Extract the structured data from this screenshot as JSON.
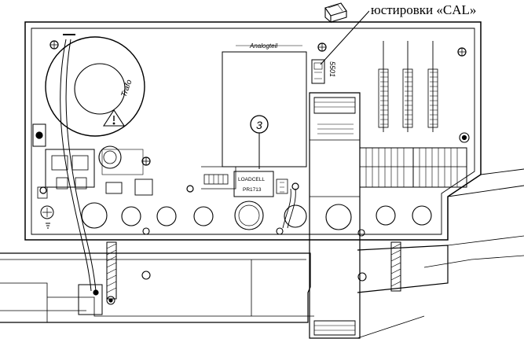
{
  "callout": {
    "label": "юстировки «CAL»"
  },
  "labels": {
    "trafo": "Trafo",
    "analog": "Analogteil",
    "switch": "5501",
    "marker": "3",
    "module_line1": "LOADCELL",
    "module_line2": "PR1713"
  },
  "colors": {
    "line": "#000000",
    "background": "#ffffff"
  }
}
